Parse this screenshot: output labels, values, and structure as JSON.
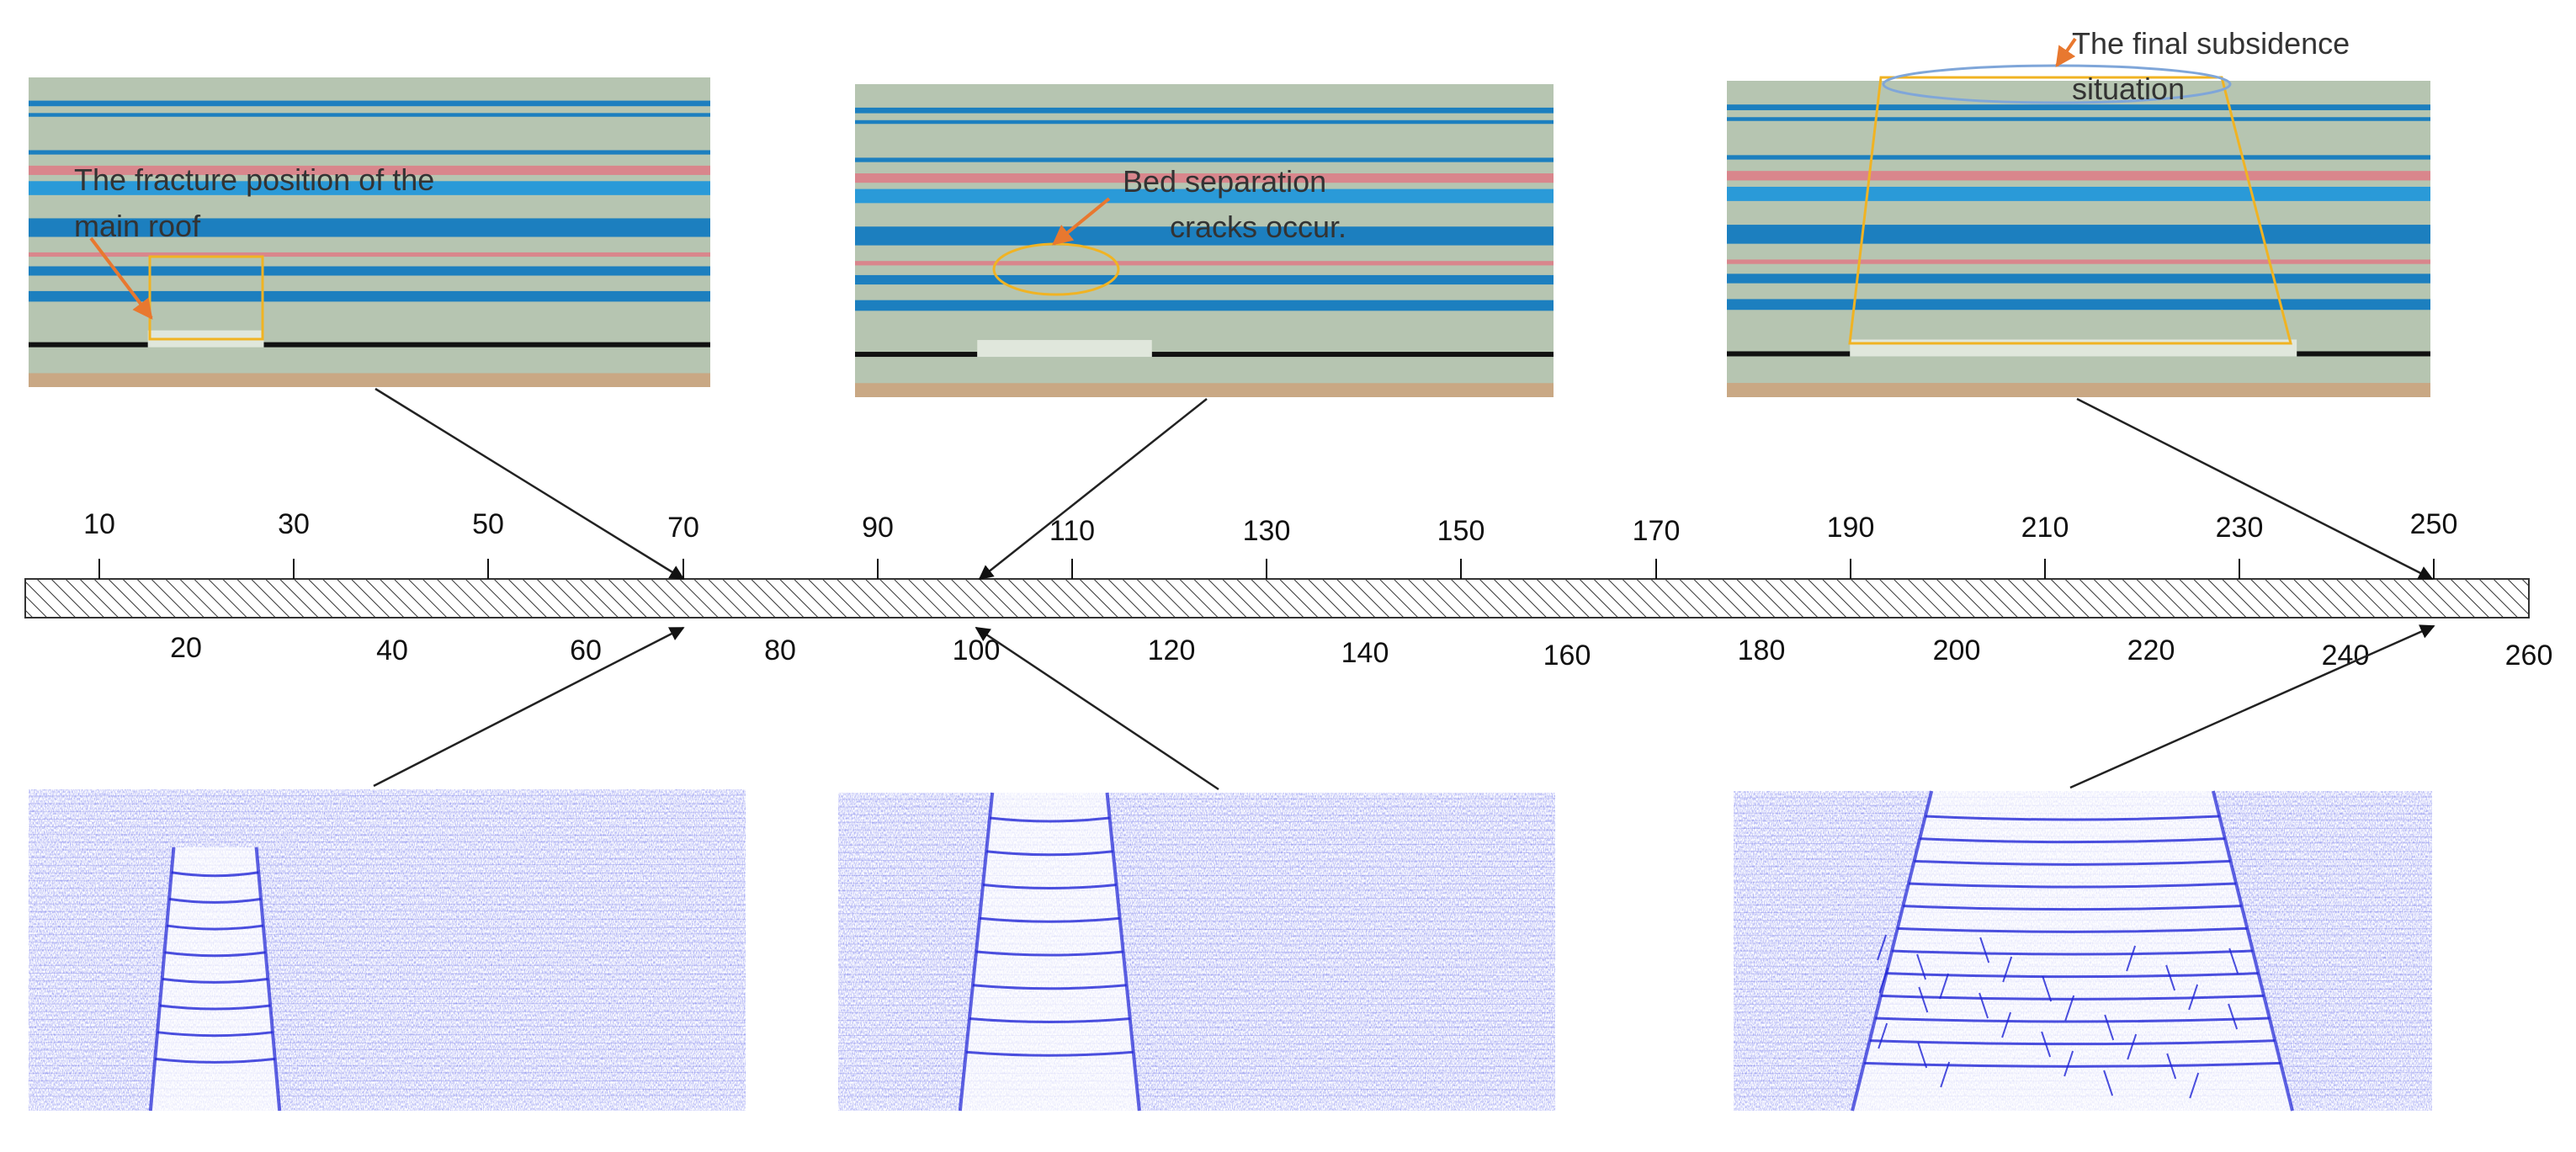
{
  "colors": {
    "background": "#ffffff",
    "model_fill": "#b6c5b1",
    "stratum_blue": "#1c7fbf",
    "stratum_blue_light": "#2a9ad8",
    "stratum_pink": "#d9868c",
    "coal_seam": "#111111",
    "floor_tan": "#c9a884",
    "outline_yellow": "#f0b323",
    "ellipse_blue": "#7fa6d9",
    "pointer_orange": "#e8782f",
    "crack_field": "#1f24d6",
    "timeline_hatch": "#333333",
    "connector": "#222222"
  },
  "timeline": {
    "upper_ticks": [
      "10",
      "30",
      "50",
      "70",
      "90",
      "110",
      "130",
      "150",
      "170",
      "190",
      "210",
      "230",
      "250"
    ],
    "lower_ticks": [
      "20",
      "40",
      "60",
      "80",
      "100",
      "120",
      "140",
      "160",
      "180",
      "200",
      "220",
      "240",
      "260"
    ]
  },
  "panels": {
    "physical": [
      {
        "stage_position": "70",
        "annotation": [
          "The fracture position of the",
          "main roof"
        ],
        "outline_shape": "rectangle"
      },
      {
        "stage_position": "100",
        "annotation": [
          "Bed separation",
          "cracks occur."
        ],
        "outline_shape": "ellipse"
      },
      {
        "stage_position": "250",
        "annotation": [
          "The final subsidence",
          "situation"
        ],
        "outline_shape": "trapezoid"
      }
    ],
    "crack_fields": [
      {
        "stage_position": "70",
        "icon": "crack-network-icon"
      },
      {
        "stage_position": "100",
        "icon": "crack-network-icon"
      },
      {
        "stage_position": "250",
        "icon": "crack-network-icon"
      }
    ]
  }
}
